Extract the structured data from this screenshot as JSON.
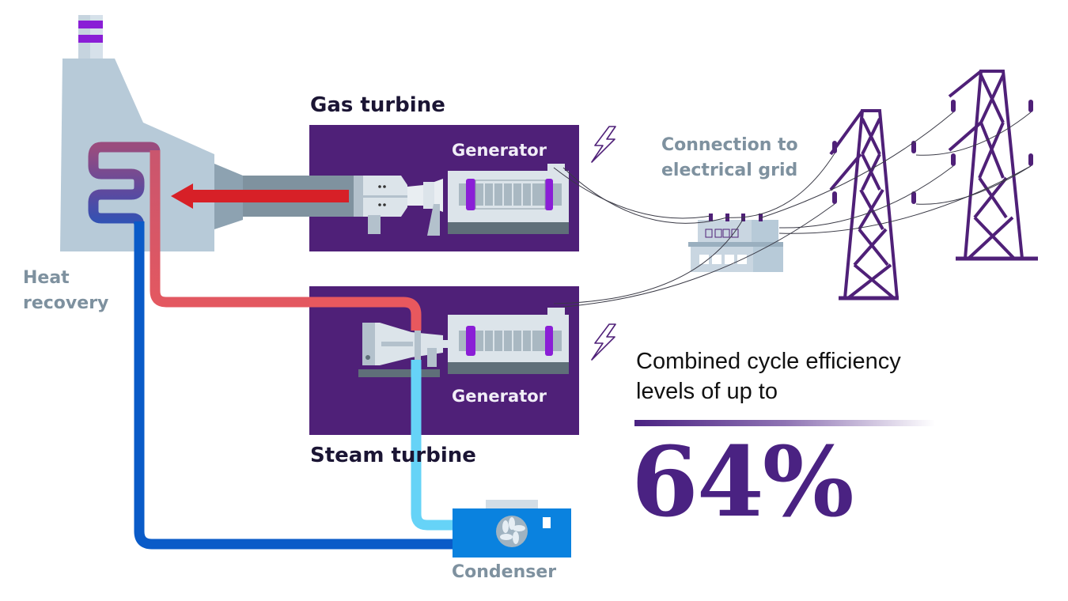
{
  "labels": {
    "gas_turbine": "Gas turbine",
    "steam_turbine": "Steam turbine",
    "generator_top": "Generator",
    "generator_bottom": "Generator",
    "heat_recovery_line1": "Heat",
    "heat_recovery_line2": "recovery",
    "grid_line1": "Connection to",
    "grid_line2": "electrical grid",
    "condenser": "Condenser"
  },
  "efficiency": {
    "text_line1": "Combined cycle efficiency",
    "text_line2": "levels of up to",
    "value": "64%"
  },
  "icons": [
    "chimney-icon",
    "heat-exchanger-coil-icon",
    "exhaust-arrow-icon",
    "gas-turbine-icon",
    "generator-icon",
    "steam-turbine-icon",
    "lightning-bolt-icon",
    "substation-icon",
    "transmission-tower-icon",
    "condenser-fan-icon"
  ],
  "colors": {
    "purple_box": "#4f2078",
    "accent_purple": "#4a2282",
    "hot_pipe": "#e8585e",
    "cold_pipe": "#0a5bc8",
    "steam_return_pipe": "#66d3f7",
    "exhaust_arrow": "#d72027",
    "condenser": "#0a82df",
    "building": "#b7cad8",
    "label_gray": "#7e919f"
  }
}
